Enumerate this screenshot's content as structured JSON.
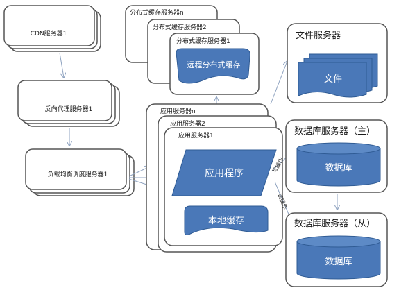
{
  "left_chain": {
    "cdn": "CDN服务器1",
    "reverse_proxy": "反向代理服务器1",
    "load_balancer": "负载均衡调度服务器1"
  },
  "cache_cluster": {
    "n": "分布式缓存服务器n",
    "two": "分布式缓存服务器2",
    "one": "分布式缓存服务器1",
    "remote_cache": "远程分布式缓存"
  },
  "app_cluster": {
    "n": "应用服务器n",
    "two": "应用服务器2",
    "one": "应用服务器1",
    "application": "应用程序",
    "local_cache": "本地缓存"
  },
  "file_server": {
    "title": "文件服务器",
    "file": "文件"
  },
  "db_master": {
    "title": "数据库服务器（主）",
    "db": "数据库"
  },
  "db_slave": {
    "title": "数据库服务器（从）",
    "db": "数据库"
  },
  "edge_labels": {
    "write": "写操作",
    "read": "读操作"
  },
  "colors": {
    "blue_fill": "#4a78b8",
    "blue_stroke": "#2f5b94",
    "frame": "#555555"
  }
}
